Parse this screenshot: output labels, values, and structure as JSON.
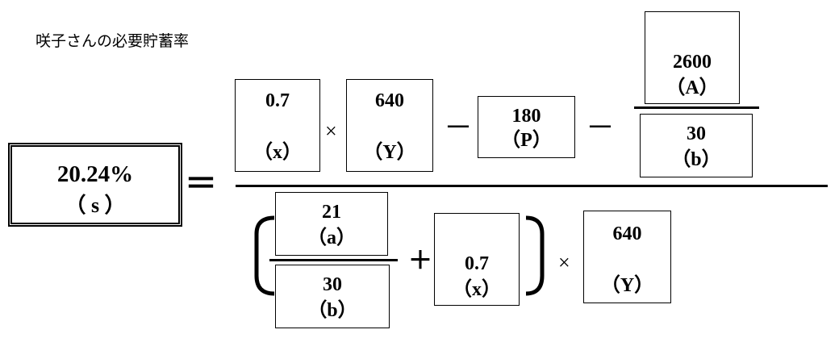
{
  "title": "咲子さんの必要貯蓄率",
  "result": {
    "value": "20.24%",
    "label": "（ s ）"
  },
  "equals": "＝",
  "numerator": {
    "x_box": {
      "value": "0.7",
      "label": "（x）"
    },
    "times": "×",
    "y_box": {
      "value": "640",
      "label": "（Y）"
    },
    "minus1": "－",
    "p_box": {
      "value": "180",
      "label": "（P）"
    },
    "minus2": "－",
    "a_box": {
      "value": "2600",
      "label": "（A）"
    },
    "b_box": {
      "value": "30",
      "label": "（b）"
    }
  },
  "denominator": {
    "a_box": {
      "value": "21",
      "label": "（a）"
    },
    "b_box": {
      "value": "30",
      "label": "（b）"
    },
    "plus": "＋",
    "x_box": {
      "value": "0.7",
      "label": "（x）"
    },
    "times": "×",
    "y_box": {
      "value": "640",
      "label": "（Y）"
    }
  }
}
